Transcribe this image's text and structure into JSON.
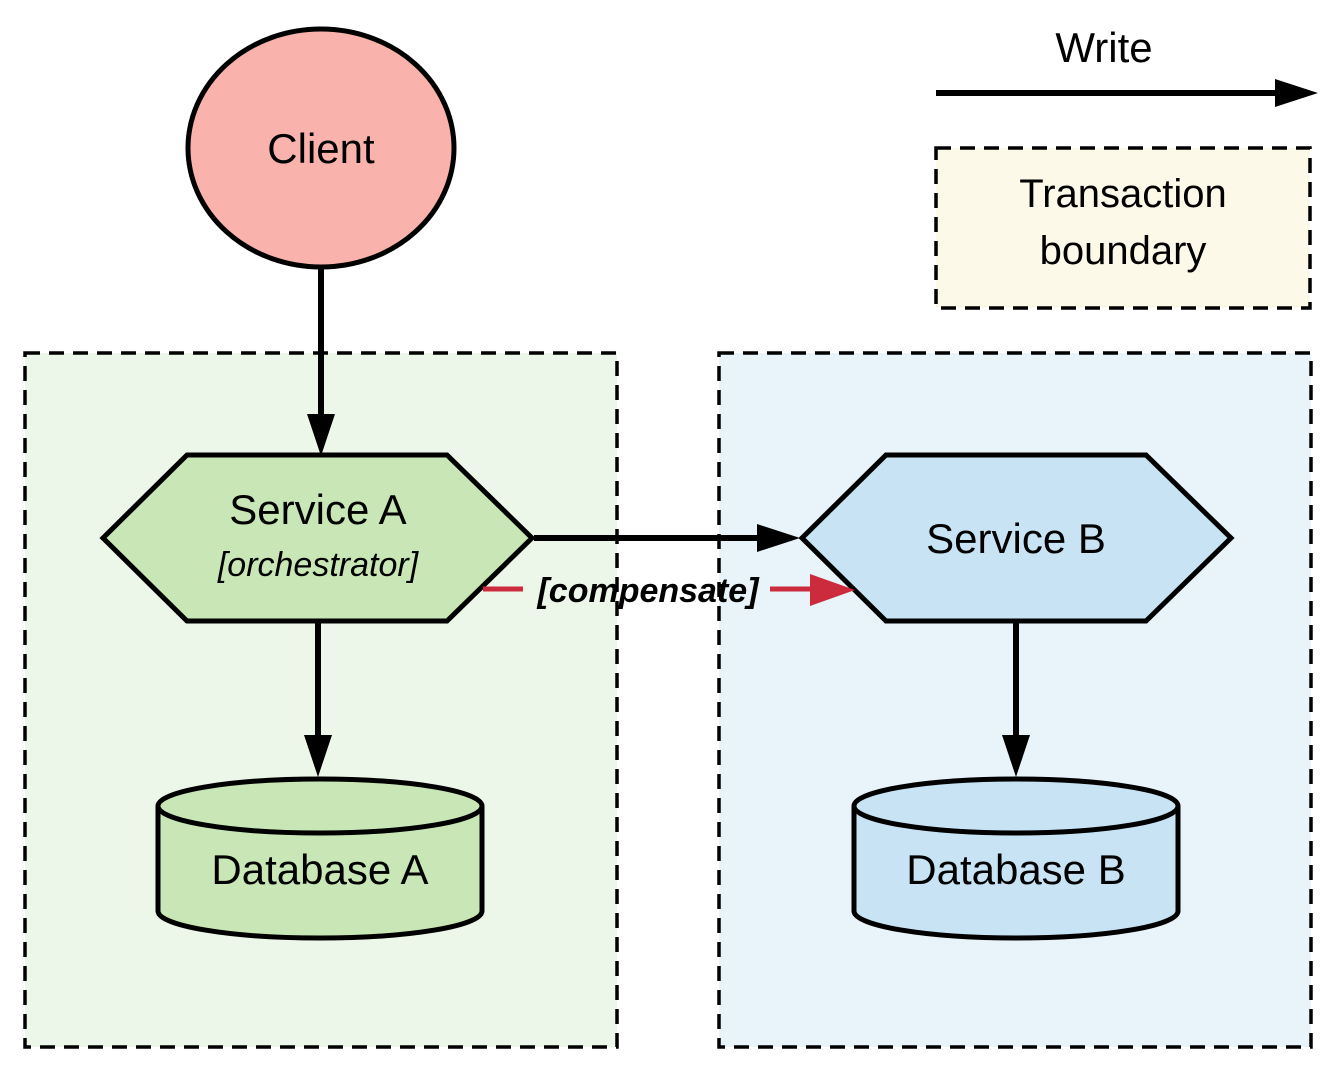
{
  "diagram": {
    "nodes": {
      "client": {
        "label": "Client"
      },
      "service_a": {
        "label": "Service A",
        "sublabel": "[orchestrator]"
      },
      "service_b": {
        "label": "Service B"
      },
      "database_a": {
        "label": "Database A"
      },
      "database_b": {
        "label": "Database B"
      }
    },
    "edges": {
      "compensate": {
        "label": "[compensate]"
      }
    },
    "legend": {
      "write_arrow": {
        "label": "Write"
      },
      "transaction_boundary": {
        "line1": "Transaction",
        "line2": "boundary"
      }
    },
    "colors": {
      "client_fill": "#f9b2ac",
      "service_a_fill": "#c9e7b6",
      "service_b_fill": "#c7e3f4",
      "database_a_fill": "#c9e7b6",
      "database_b_fill": "#c7e3f4",
      "boundary_a_fill": "#edf7e9",
      "boundary_b_fill": "#e9f3fa",
      "legend_box_fill": "#fdf9e8",
      "compensate_red": "#cc2b3d",
      "stroke": "#000000"
    }
  }
}
